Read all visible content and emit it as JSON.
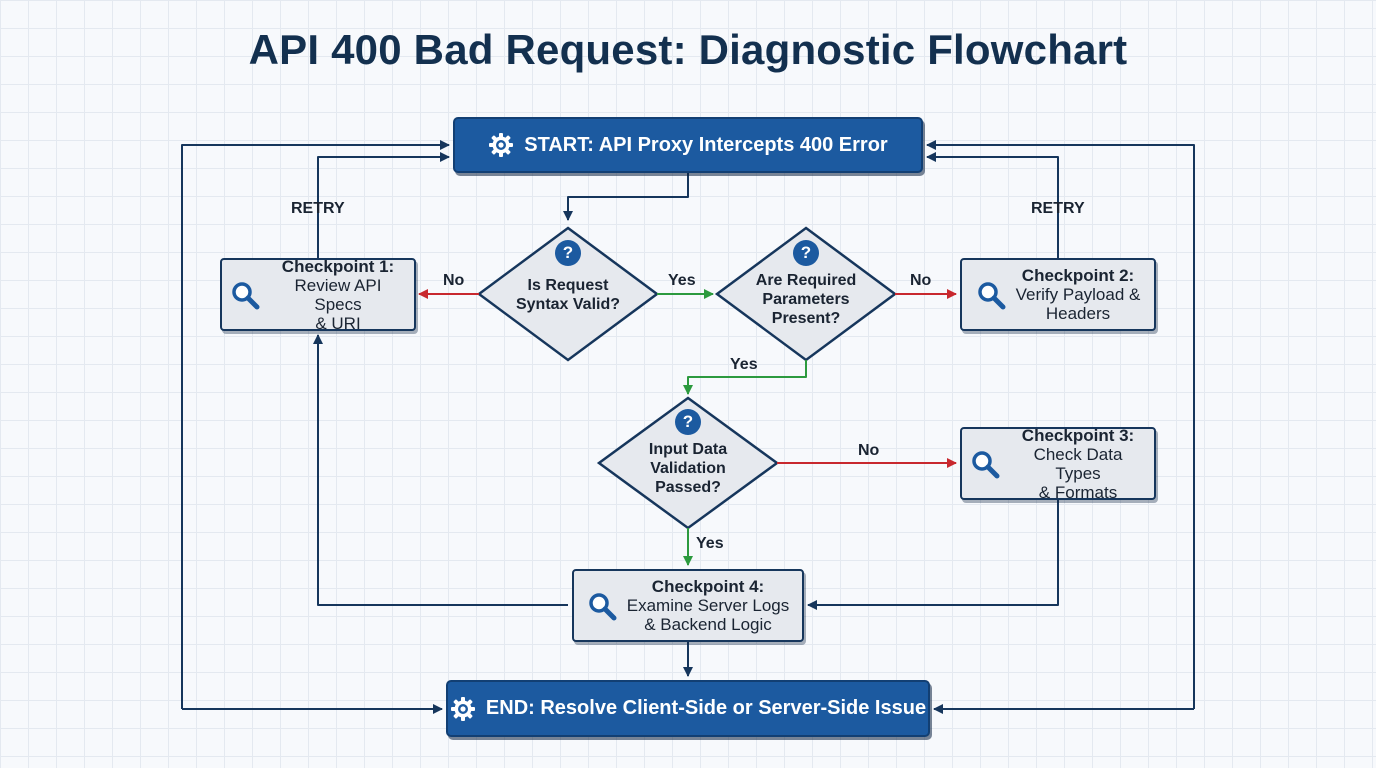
{
  "title": "API 400 Bad Request: Diagnostic Flowchart",
  "colors": {
    "primary": "#1c5aa0",
    "line": "#16365c",
    "yes": "#2c9a3e",
    "no": "#c8282e",
    "checkpoint_fill": "#e6e9ee"
  },
  "nodes": {
    "start": {
      "label": "START: API Proxy Intercepts 400 Error",
      "icon": "gear-icon"
    },
    "end": {
      "label": "END: Resolve Client-Side or Server-Side Issue",
      "icon": "gear-icon"
    },
    "decision_syntax": {
      "label": "Is Request Syntax Valid?",
      "line1": "Is Request",
      "line2": "Syntax Valid?",
      "badge": "?"
    },
    "decision_params": {
      "label": "Are Required Parameters Present?",
      "line1": "Are Required",
      "line2": "Parameters",
      "line3": "Present?",
      "badge": "?"
    },
    "decision_validation": {
      "label": "Input Data Validation Passed?",
      "line1": "Input Data",
      "line2": "Validation",
      "line3": "Passed?",
      "badge": "?"
    },
    "checkpoint1": {
      "title": "Checkpoint 1:",
      "line1": "Review API Specs",
      "line2": "& URI",
      "icon": "magnifier-icon"
    },
    "checkpoint2": {
      "title": "Checkpoint 2:",
      "line1": "Verify Payload &",
      "line2": "Headers",
      "icon": "magnifier-icon"
    },
    "checkpoint3": {
      "title": "Checkpoint 3:",
      "line1": "Check Data Types",
      "line2": "& Formats",
      "icon": "magnifier-icon"
    },
    "checkpoint4": {
      "title": "Checkpoint 4:",
      "line1": "Examine Server Logs",
      "line2": "& Backend Logic",
      "icon": "magnifier-icon"
    }
  },
  "edge_labels": {
    "syntax_no": "No",
    "syntax_yes": "Yes",
    "params_no": "No",
    "params_yes": "Yes",
    "validation_no": "No",
    "validation_yes": "Yes",
    "retry_left": "RETRY",
    "retry_right": "RETRY"
  }
}
